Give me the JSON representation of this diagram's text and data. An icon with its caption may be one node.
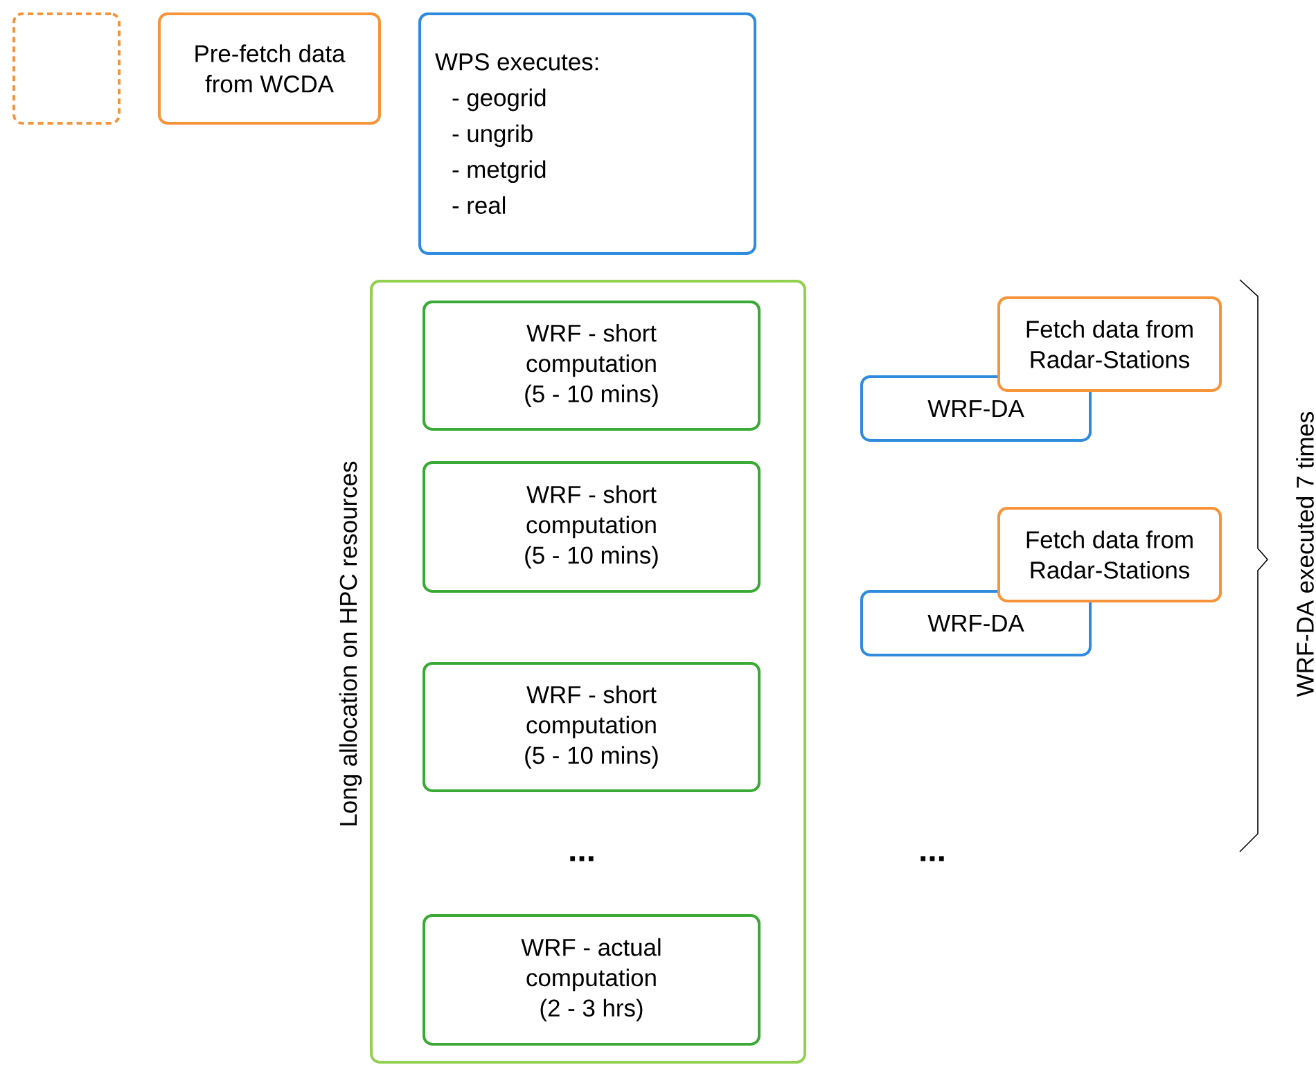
{
  "diagram": {
    "nodes": [
      {
        "text": [],
        "shape": "box"
      },
      {
        "text": [
          "Pre-fetch data from WCDA"
        ]
      },
      {
        "text": [
          "WPS executes:",
          "- geogrid",
          "- ungrib",
          "- metgrid",
          "- real"
        ]
      },
      {
        "text": [
          "Long allocation on HPC resources"
        ]
      },
      {
        "text": [
          "WRF - short computation (5 - 10 mins)"
        ],
        "in": 3
      },
      {
        "text": [
          "WRF - short computation (5 - 10 mins)"
        ],
        "in": 3
      },
      {
        "text": [
          "WRF - short computation (5 - 10 mins)"
        ],
        "in": 3
      },
      {
        "text": [
          "WRF - actual computation (2 - 3 hrs)"
        ],
        "in": 3
      },
      {
        "text": [
          "Fetch data from Radar-Stations"
        ]
      },
      {
        "text": [
          "WRF-DA"
        ]
      },
      {
        "text": [
          "Fetch data from Radar-Stations"
        ]
      },
      {
        "text": [
          "WRF-DA"
        ]
      }
    ],
    "labels": [
      "...",
      "...",
      "WRF-DA executed 7 times"
    ]
  }
}
